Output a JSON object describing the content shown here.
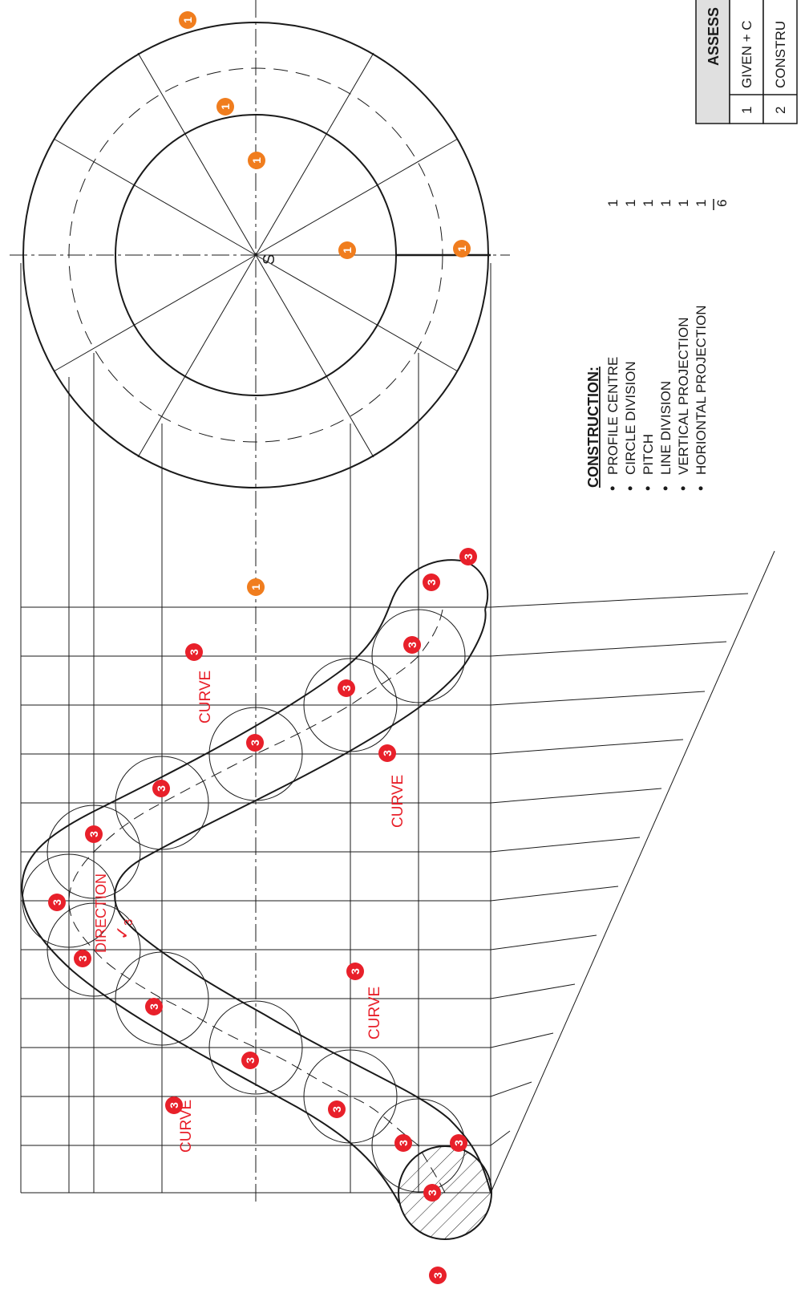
{
  "colors": {
    "line": "#1a1a1a",
    "annotation_red": "#e8202a",
    "badge_orange": "#f07d1e",
    "table_header_fill": "#e0e0e0"
  },
  "markers": {
    "construction_mark": "1",
    "curve_mark": "3"
  },
  "center_label": "S",
  "annotations": {
    "curve": "CURVE",
    "direction": "DIRECTION",
    "direction_tick": "✓",
    "direction_mark": "3"
  },
  "construction": {
    "heading": "CONSTRUCTION:",
    "bullet": "•",
    "items": [
      {
        "label": "PROFILE CENTRE",
        "mark": "1"
      },
      {
        "label": "CIRCLE DIVISION",
        "mark": "1"
      },
      {
        "label": "PITCH",
        "mark": "1"
      },
      {
        "label": "LINE DIVISION",
        "mark": "1"
      },
      {
        "label": "VERTICAL PROJECTION",
        "mark": "1"
      },
      {
        "label": "HORIONTAL PROJECTION",
        "mark": "1"
      }
    ],
    "total": "6"
  },
  "assessment": {
    "header": "ASSESS",
    "rows": [
      {
        "num": "1",
        "label": "GIVEN + C"
      },
      {
        "num": "2",
        "label": "CONSTRU"
      }
    ]
  }
}
